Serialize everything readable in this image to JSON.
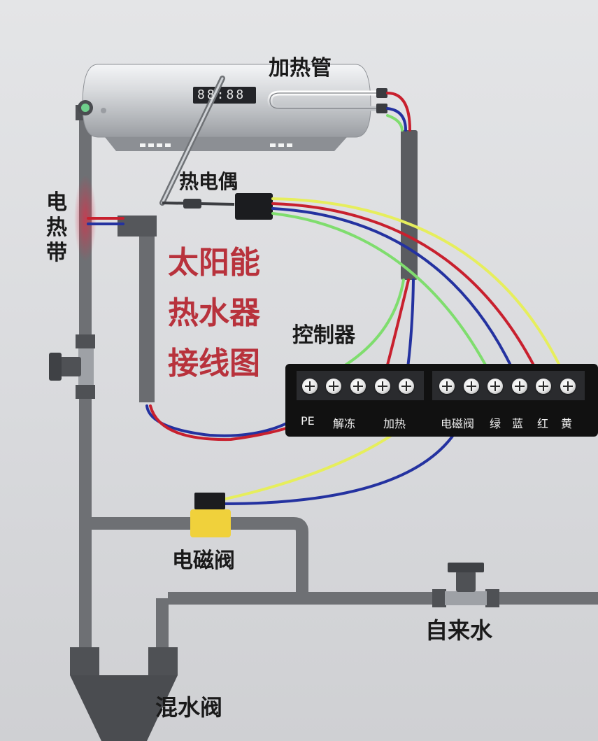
{
  "title_lines": [
    "太阳能",
    "热水器",
    "接线图"
  ],
  "labels": {
    "heating_tube": "加热管",
    "thermocouple": "热电偶",
    "heating_band": "电热带",
    "controller": "控制器",
    "solenoid_valve": "电磁阀",
    "tap_water": "自来水",
    "mixing_valve": "混水阀"
  },
  "display_readout": "88:88",
  "terminal_groups": [
    {
      "label": "PE"
    },
    {
      "label": "解冻"
    },
    {
      "label": "加热"
    },
    {
      "label": "电磁阀"
    },
    {
      "label": "绿"
    },
    {
      "label": "蓝"
    },
    {
      "label": "红"
    },
    {
      "label": "黄"
    }
  ],
  "colors": {
    "red_wire": "#c8202e",
    "blue_wire": "#2432a0",
    "green_wire": "#7fdd6e",
    "yellow_wire": "#e6ee5c",
    "pipe": "#6e7074",
    "pipe_dark": "#4f5155",
    "controller_panel": "#111111",
    "solenoid": "#f0d13b",
    "title_text": "#b8323c"
  }
}
